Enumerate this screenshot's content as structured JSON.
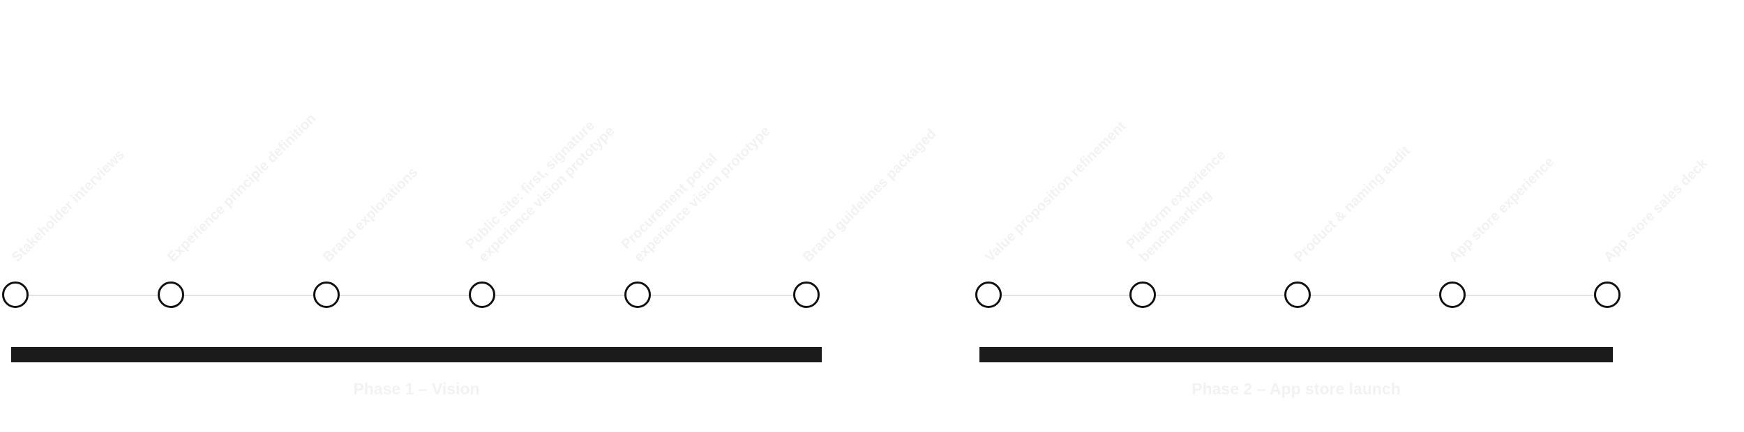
{
  "timelines": [
    {
      "phase": "Phase 1 – Vision",
      "milestones": [
        "Stakeholder interviews",
        "Experience principle definition",
        "Brand explorations",
        "Public site: first, signature\nexperience vision prototype",
        "Procurement portal\nexperience vision prototype",
        "Brand guidelines packaged"
      ]
    },
    {
      "phase": "Phase 2 – App store launch",
      "milestones": [
        "Value proposition refinement",
        "Platform experience\nbenchmarking",
        "Product & naming audit",
        "App store experience",
        "App store sales deck"
      ]
    }
  ],
  "colors": {
    "marker_stroke": "#111111",
    "connector": "#e3e3e3",
    "phase_bar": "#1b1b1b",
    "label_text": "#f2f2f2"
  }
}
